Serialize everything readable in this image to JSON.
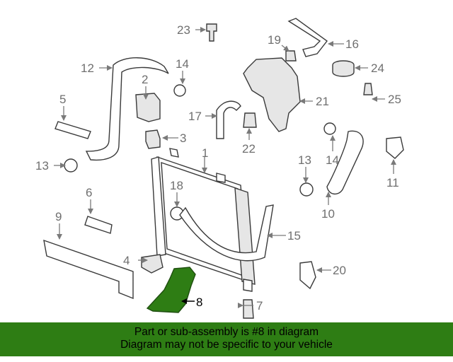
{
  "callouts": {
    "c1": "1",
    "c2": "2",
    "c3": "3",
    "c4": "4",
    "c5": "5",
    "c6": "6",
    "c7": "7",
    "c8": "8",
    "c9": "9",
    "c10": "10",
    "c11": "11",
    "c12": "12",
    "c13a": "13",
    "c13b": "13",
    "c14a": "14",
    "c14b": "14",
    "c15": "15",
    "c16": "16",
    "c17": "17",
    "c18": "18",
    "c19": "19",
    "c20": "20",
    "c21": "21",
    "c22": "22",
    "c23": "23",
    "c24": "24",
    "c25": "25"
  },
  "highlight_color": "#2e7d14",
  "banner": {
    "line1": "Part or sub-assembly is #8 in diagram",
    "line2": "Diagram may not be specific to your vehicle"
  }
}
